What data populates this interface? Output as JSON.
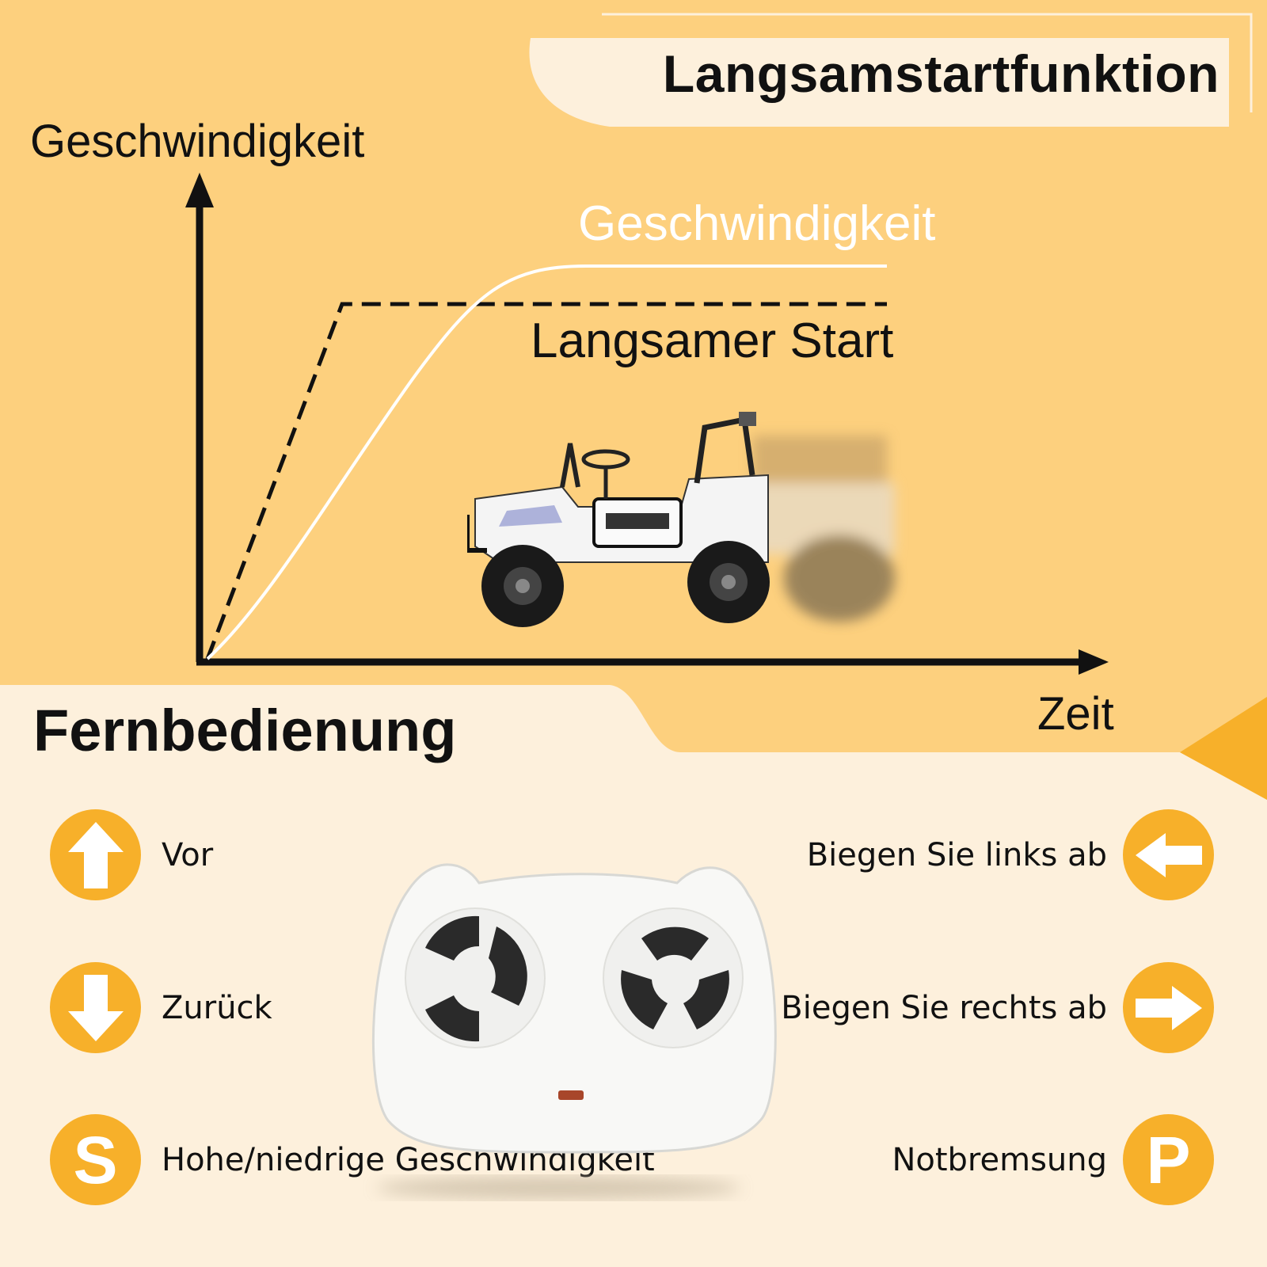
{
  "title": "Langsamstartfunktion",
  "chart_data": {
    "type": "line",
    "xlabel": "Zeit",
    "ylabel": "Geschwindigkeit",
    "series": [
      {
        "name": "Geschwindigkeit",
        "style": "solid",
        "color": "#ffffff"
      },
      {
        "name": "Langsamer Start",
        "style": "dashed",
        "color": "#111111"
      }
    ]
  },
  "remote_section": {
    "title": "Fernbedienung",
    "controls": [
      {
        "id": "forward",
        "label": "Vor",
        "icon": "arrow-up-icon",
        "side": "left"
      },
      {
        "id": "backward",
        "label": "Zurück",
        "icon": "arrow-down-icon",
        "side": "left"
      },
      {
        "id": "speed",
        "label": "Hohe/niedrige Geschwindigkeit",
        "icon": "letter-s-icon",
        "letter": "S",
        "side": "left"
      },
      {
        "id": "left",
        "label": "Biegen Sie links ab",
        "icon": "arrow-left-icon",
        "side": "right"
      },
      {
        "id": "right",
        "label": "Biegen Sie rechts ab",
        "icon": "arrow-right-icon",
        "side": "right"
      },
      {
        "id": "brake",
        "label": "Notbremsung",
        "icon": "letter-p-icon",
        "letter": "P",
        "side": "right"
      }
    ]
  },
  "colors": {
    "top_background": "#fdd07e",
    "bottom_background": "#fdf0dc",
    "accent": "#f7b02a",
    "banner": "#fdf0dc"
  }
}
